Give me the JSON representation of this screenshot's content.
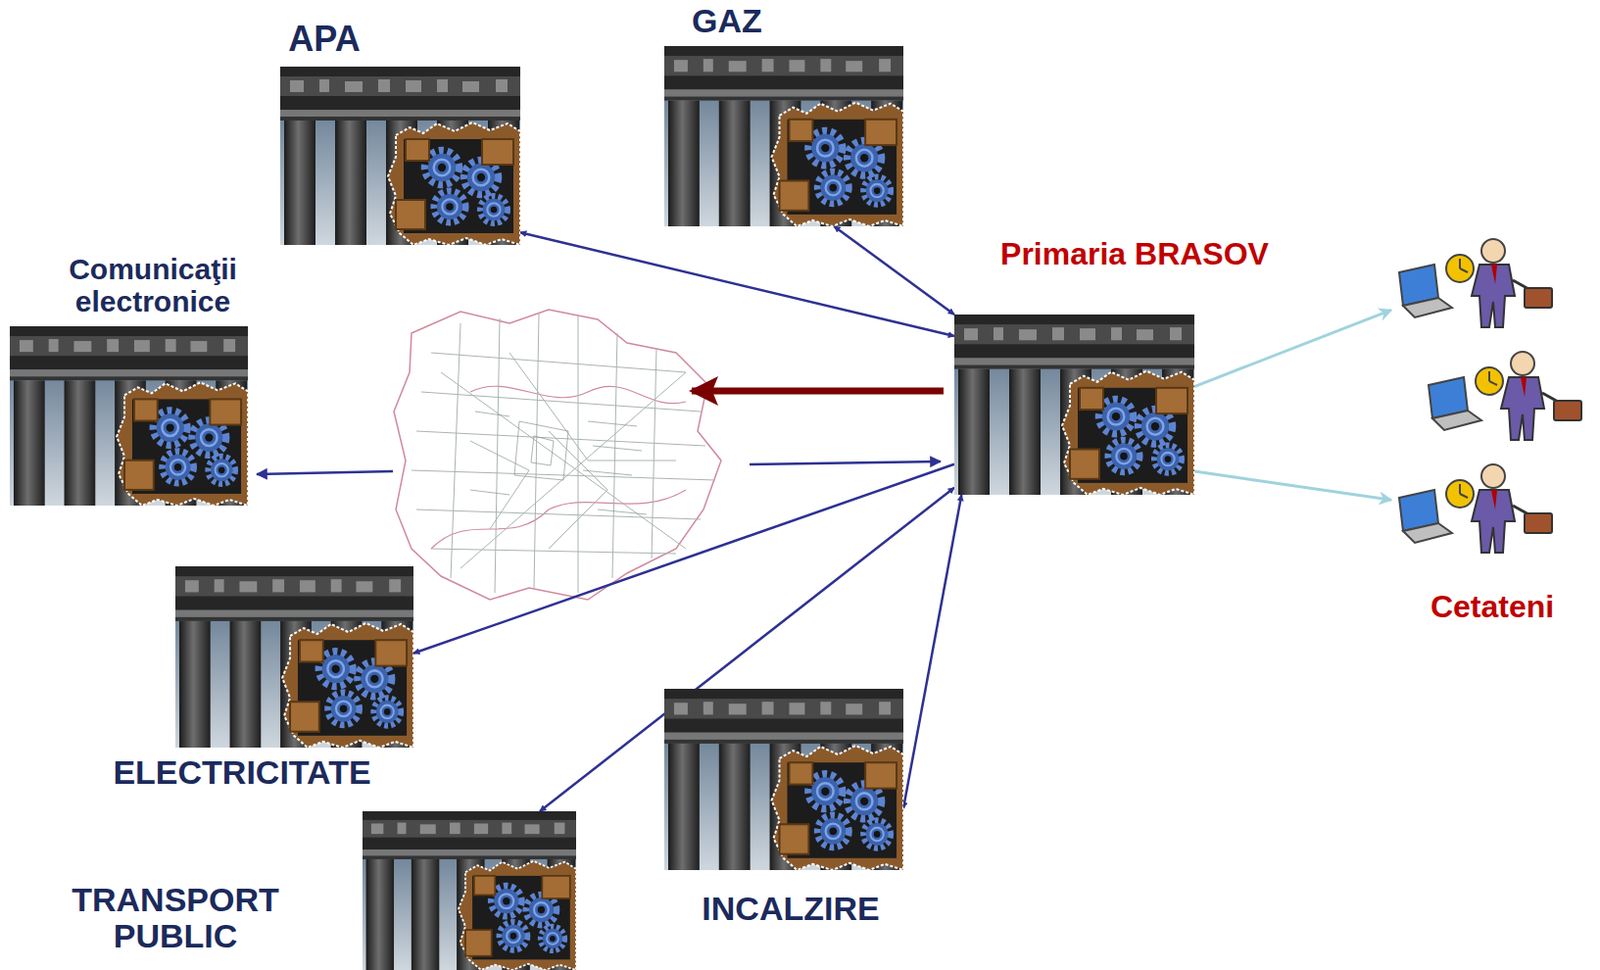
{
  "diagram": {
    "nodes": [
      {
        "text": [
          "APA"
        ]
      },
      {
        "text": [
          "GAZ"
        ]
      },
      {
        "text": [
          "Primaria BRASOV"
        ]
      },
      {
        "text": [
          "Comunicaţii electronice"
        ]
      },
      {
        "text": [
          "ELECTRICITATE"
        ]
      },
      {
        "text": [
          "TRANSPORT PUBLIC"
        ]
      },
      {
        "text": [
          "INCALZIRE"
        ]
      },
      {
        "text": [
          "Cetateni"
        ]
      }
    ],
    "edges": [
      {
        "from": 0,
        "to": 2,
        "arrow": "both"
      },
      {
        "from": 1,
        "to": 2,
        "arrow": "both"
      },
      {
        "from": 2,
        "to": 4,
        "arrow": "to"
      },
      {
        "from": 5,
        "to": 2,
        "arrow": "both"
      },
      {
        "from": 6,
        "to": 2,
        "arrow": "both"
      },
      {
        "from": 2,
        "to": 7,
        "arrow": "to"
      },
      {
        "from": 2,
        "to": 7,
        "arrow": "to"
      }
    ]
  }
}
